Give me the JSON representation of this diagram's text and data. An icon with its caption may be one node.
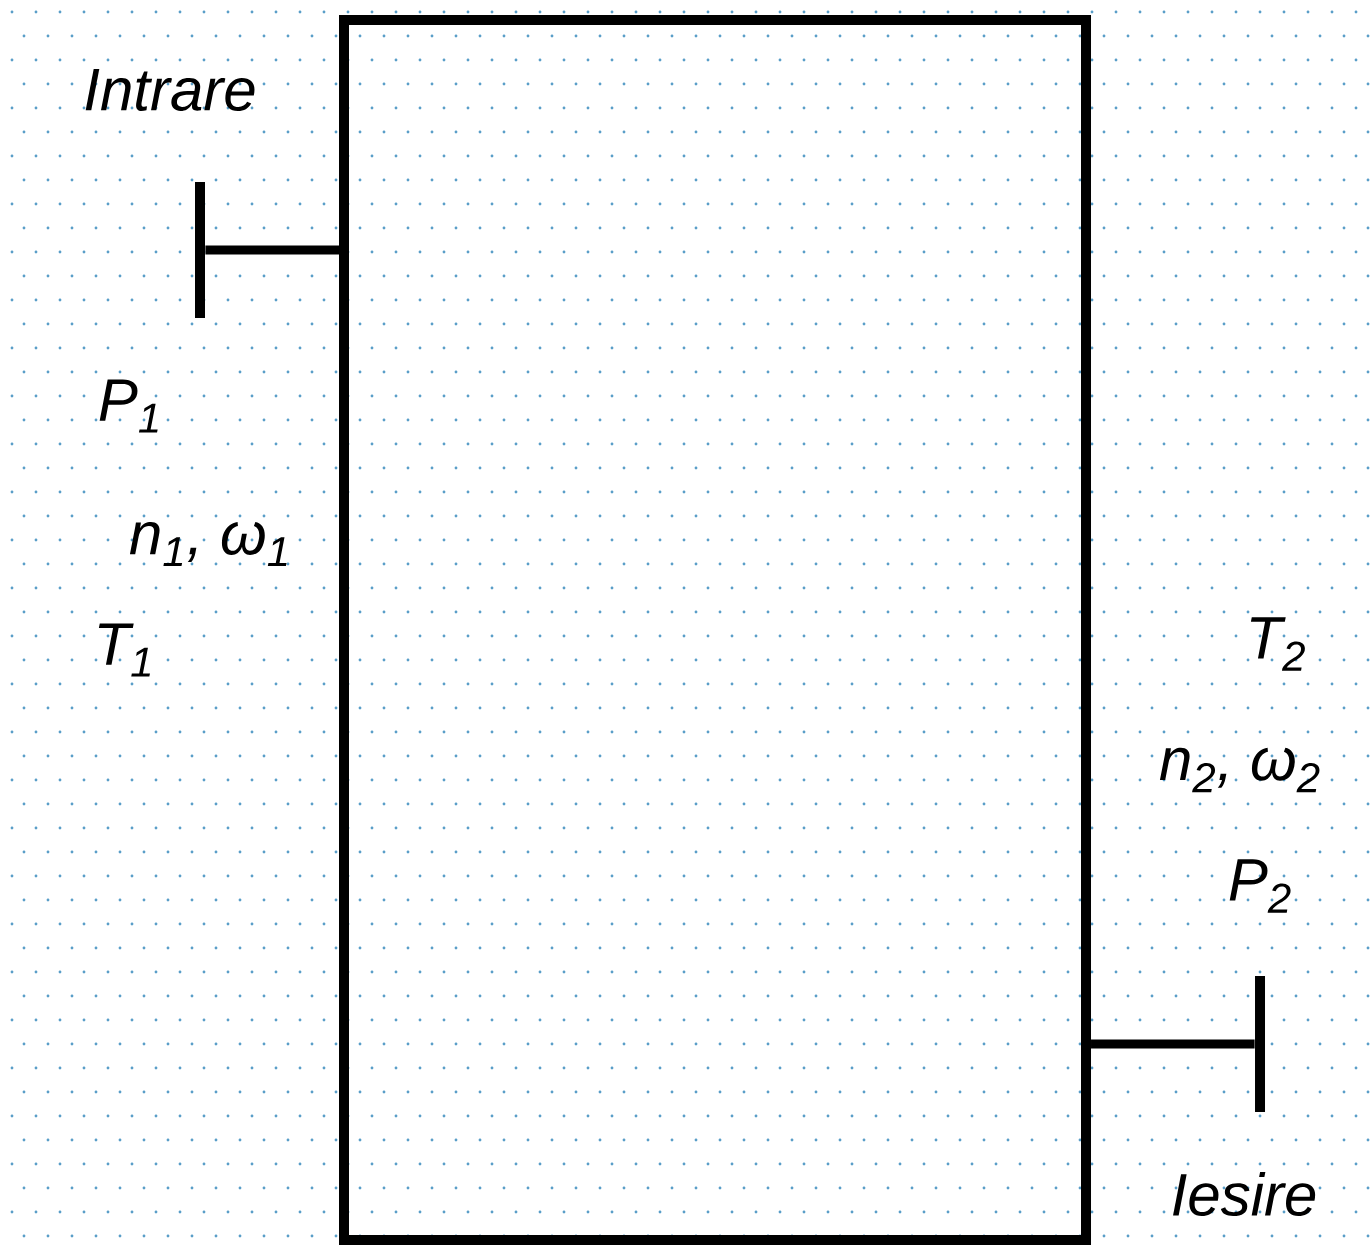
{
  "diagram": {
    "nodes": [
      {
        "text": [],
        "shape": "box"
      },
      {
        "text": [],
        "shape": "bar"
      },
      {
        "text": [],
        "shape": "bar"
      }
    ],
    "edges": [
      {
        "from": 1,
        "to": 0,
        "arrow": "none"
      },
      {
        "from": 0,
        "to": 2,
        "arrow": "none"
      }
    ],
    "labels": [
      "Intrare",
      "P$_{1}$",
      "n$_{1}$, ω$_{1}$",
      "T$_{1}$",
      "T$_{2}$",
      "n$_{2}$, ω$_{2}$",
      "P$_{2}$",
      "Iesire"
    ]
  }
}
